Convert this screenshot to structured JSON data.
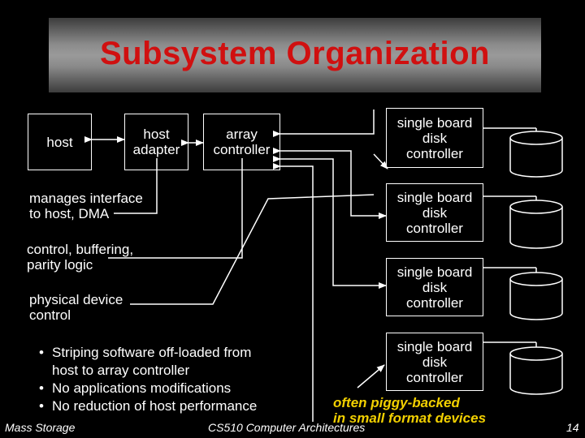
{
  "title": "Subsystem Organization",
  "boxes": {
    "host": "host",
    "host_adapter": "host\nadapter",
    "array_controller": "array\ncontroller",
    "disk_controllers": [
      "single board\ndisk\ncontroller",
      "single board\ndisk\ncontroller",
      "single board\ndisk\ncontroller",
      "single board\ndisk\ncontroller"
    ]
  },
  "annotations": {
    "adapter_role": "manages interface\nto host, DMA",
    "controller_role": "control, buffering,\nparity logic",
    "disk_controller_role": "physical device\ncontrol"
  },
  "bullets": [
    "Striping software off-loaded from\nhost to array controller",
    "No applications modifications",
    "No reduction of host performance"
  ],
  "note": "often piggy-backed\nin small format devices",
  "footer": {
    "left": "Mass Storage",
    "center": "CS510 Computer Architectures",
    "page": "14"
  },
  "colors": {
    "title": "#d01010",
    "note": "#f2d000",
    "title_bar": "#8a8a8a"
  }
}
